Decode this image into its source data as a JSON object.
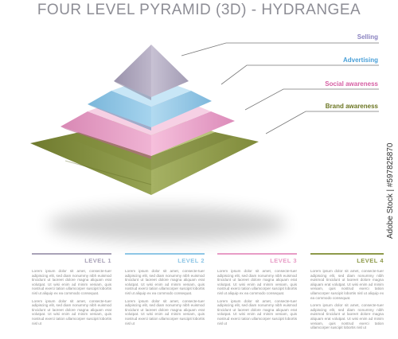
{
  "title": "FOUR LEVEL PYRAMID (3D) - HYDRANGEA",
  "colors": {
    "selling": "#a9a2b8",
    "advertising": "#8ec6e6",
    "social": "#e89cc6",
    "brand": "#8e9a4a",
    "title": "#8d8d95"
  },
  "labels": [
    {
      "text": "Selling",
      "color": "#8a82c0"
    },
    {
      "text": "Advertising",
      "color": "#4aa0d8"
    },
    {
      "text": "Social awareness",
      "color": "#d65fa3"
    },
    {
      "text": "Brand awareness",
      "color": "#6b7522"
    }
  ],
  "levels": [
    {
      "name": "LEVEL 1",
      "color": "#a9a2b8",
      "text1": "Lorem ipsum dolor sit amet, consecte-tuer adipiscing elit, sed diam nonummy nibh euismod tincidunt ut laoreet dolore magna aliquam erat volutpat. Ut wisi enim ad minim veniam, quis nostrud exerci tation ullamcorper suscipit lobortis nisl ut aliquip ex ea commodo consequat.",
      "text2": "Lorem ipsum dolor sit amet, consecte-tuer adipiscing elit, sed diam nonummy nibh euismod tincidunt ut laoreet dolore magna aliquam erat volutpat. Ut wisi enim ad minim veniam, quis nostrud exerci tation ullamcorper suscipit lobortis nisl ut"
    },
    {
      "name": "LEVEL 2",
      "color": "#8ec6e6",
      "text1": "Lorem ipsum dolor sit amet, consecte-tuer adipiscing elit, sed diam nonummy nibh euismod tincidunt ut laoreet dolore magna aliquam erat volutpat. Ut wisi enim ad minim veniam, quis nostrud exerci tation ullamcorper suscipit lobortis nisl ut aliquip ex ea commodo consequat.",
      "text2": "Lorem ipsum dolor sit amet, consecte-tuer adipiscing elit, sed diam nonummy nibh euismod tincidunt ut laoreet dolore magna aliquam erat volutpat. Ut wisi enim ad minim veniam, quis nostrud exerci tation ullamcorper suscipit lobortis nisl ut"
    },
    {
      "name": "LEVEL 3",
      "color": "#e89cc6",
      "text1": "Lorem ipsum dolor sit amet, consecte-tuer adipiscing elit, sed diam nonummy nibh euismod tincidunt ut laoreet dolore magna aliquam erat volutpat. Ut wisi enim ad minim veniam, quis nostrud exerci tation ullamcorper suscipit lobortis nisl ut aliquip ex ea commodo consequat.",
      "text2": "Lorem ipsum dolor sit amet, consecte-tuer adipiscing elit, sed diam nonummy nibh euismod tincidunt ut laoreet dolore magna aliquam erat volutpat. Ut wisi enim ad minim veniam, quis nostrud exerci tation ullamcorper suscipit lobortis nisl ut"
    },
    {
      "name": "LEVEL 4",
      "color": "#8e9a4a",
      "text1": "Lorem ipsum dolor sit amet, consecte-tuer adipiscing elit, sed diam nonummy nibh euismod tincidunt ut laoreet dolore magna aliquam erat volutpat. Ut wisi enim ad minim veniam, quis nostrud exerci tation ullamcorper suscipit lobortis nisl ut aliquip ex ea commodo consequat.",
      "text2": "Lorem ipsum dolor sit amet, consecte-tuer adipiscing elit, sed diam nonummy nibh euismod tincidunt ut laoreet dolore magna aliquam erat volutpat. Ut wisi enim ad minim veniam, quis nostrud exerci tation ullamcorper suscipit lobortis nisl ut"
    }
  ],
  "watermark": "Adobe Stock | #597825870"
}
